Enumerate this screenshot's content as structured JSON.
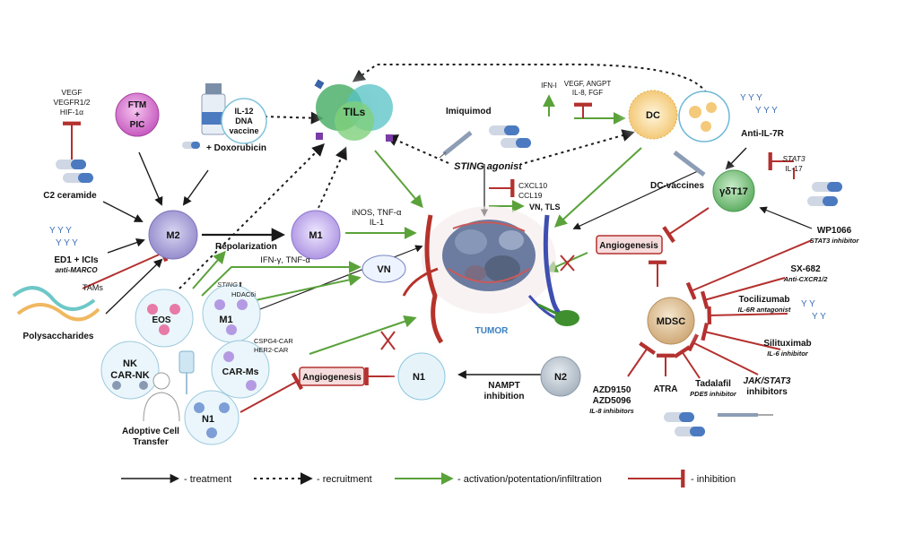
{
  "cells": {
    "tils": "TILs",
    "dc": "DC",
    "m2": "M2",
    "m1": "M1",
    "vn": "VN",
    "eos": "EOS",
    "m1_small": "M1",
    "nk": "NK",
    "car_nk": "CAR-NK",
    "car_ms": "CAR-Ms",
    "n1_small": "N1",
    "n1": "N1",
    "n2": "N2",
    "gdt17": "γδT17",
    "mdsc": "MDSC",
    "ftm_pic_1": "FTM",
    "ftm_pic_2": "+",
    "ftm_pic_3": "PIC",
    "il12_1": "IL-12",
    "il12_2": "DNA",
    "il12_3": "vaccine",
    "tumor": "TUMOR"
  },
  "labels": {
    "vegf_left_1": "VEGF",
    "vegf_left_2": "VEGFR1/2",
    "vegf_left_3": "HIF-1α",
    "c2_ceramide": "C2 ceramide",
    "ed1_icis": "ED1 + ICIs",
    "anti_marco": "anti-MARCO",
    "tams": "TAMs",
    "polysaccharides": "Polysaccharides",
    "doxorubicin": "+ Doxorubicin",
    "repolarization": "Repolarization",
    "inos_1": "iNOS, TNF-α",
    "inos_2": "IL-1",
    "ifng": "IFN-γ, TNF-α",
    "sting_small": "STING⬆",
    "hdac6i": "HDAC6i",
    "cspg4_1": "CSPG4-CAR",
    "cspg4_2": "HER2-CAR",
    "adoptive_1": "Adoptive Cell",
    "adoptive_2": "Transfer",
    "angiogenesis_left": "Angiogenesis",
    "nampt_1": "NAMPT",
    "nampt_2": "inhibition",
    "imiquimod": "Imiquimod",
    "ifn1": "IFN-I",
    "vegf_right_1": "VEGF, ANGPT",
    "vegf_right_2": "IL-8, FGF",
    "sting_agonist": "STING agonist",
    "cxcl_1": "CXCL10",
    "cxcl_2": "CCL19",
    "vn_tls": "VN, TLS",
    "dc_vaccines": "DC-vaccines",
    "anti_il7r": "Anti-IL-7R",
    "stat3": "STAT3",
    "il17": "IL-17",
    "wp1066": "WP1066",
    "wp1066_sub": "STAT3 inhibitor",
    "angiogenesis_right": "Angiogenesis",
    "sx682": "SX-682",
    "sx682_sub": "Anti-CXCR1/2",
    "tocilizumab": "Tocilizumab",
    "tocilizumab_sub": "IL-6R antagonist",
    "siltuximab": "Silituximab",
    "siltuximab_sub": "IL-6 inhibitor",
    "jak_1": "JAK/STAT3",
    "jak_2": "inhibitors",
    "tadalafil": "Tadalafil",
    "tadalafil_sub": "PDE5 inhibitor",
    "atra": "ATRA",
    "azd_1": "AZD9150",
    "azd_2": "AZD5096",
    "azd_sub": "IL-8 inhibitors"
  },
  "legend": {
    "treatment": "- treatment",
    "recruitment": "- recruitment",
    "activation": "- activation/potentation/infiltration",
    "inhibition": "- inhibition"
  },
  "colors": {
    "treatment_arrow": "#1a1a1a",
    "activation_arrow": "#5aa23a",
    "inhibition_arrow": "#b3312f",
    "m2_cell": "#a7a1d6",
    "m1_cell": "#b9a4e6",
    "dc_cell": "#f4c97a",
    "gdt17_cell": "#78c07a",
    "mdsc_cell": "#e2c49a",
    "tils_cell": "#5fc07a",
    "tumor_text": "#3a7fc2",
    "angiogenesis_box": "#f6dcdc"
  }
}
